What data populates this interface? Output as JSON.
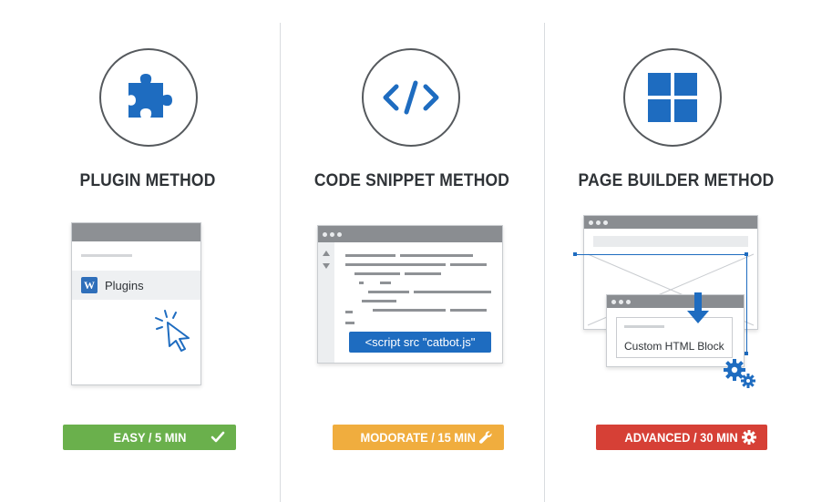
{
  "columns": [
    {
      "title": "PLUGIN METHOD",
      "icon": "puzzle-piece-icon",
      "window": {
        "menu_item": "Plugins",
        "logo_letter": "W"
      },
      "badge": {
        "label": "EASY / 5 MIN",
        "color": "#6ab04c",
        "icon": "check-icon"
      }
    },
    {
      "title": "CODE SNIPPET METHOD",
      "icon": "code-brackets-icon",
      "window": {
        "snippet": "<script src \"catbot.js\""
      },
      "badge": {
        "label": "MODORATE / 15 MIN",
        "color": "#f0ad3e",
        "icon": "wrench-icon"
      }
    },
    {
      "title": "PAGE BUILDER METHOD",
      "icon": "grid-blocks-icon",
      "window": {
        "block_label": "Custom HTML Block"
      },
      "badge": {
        "label": "ADVANCED / 30 MIN",
        "color": "#d64036",
        "icon": "gear-icon"
      }
    }
  ],
  "colors": {
    "accent": "#1e6cc0",
    "text": "#2f3337",
    "divider": "#d9dcdf"
  }
}
